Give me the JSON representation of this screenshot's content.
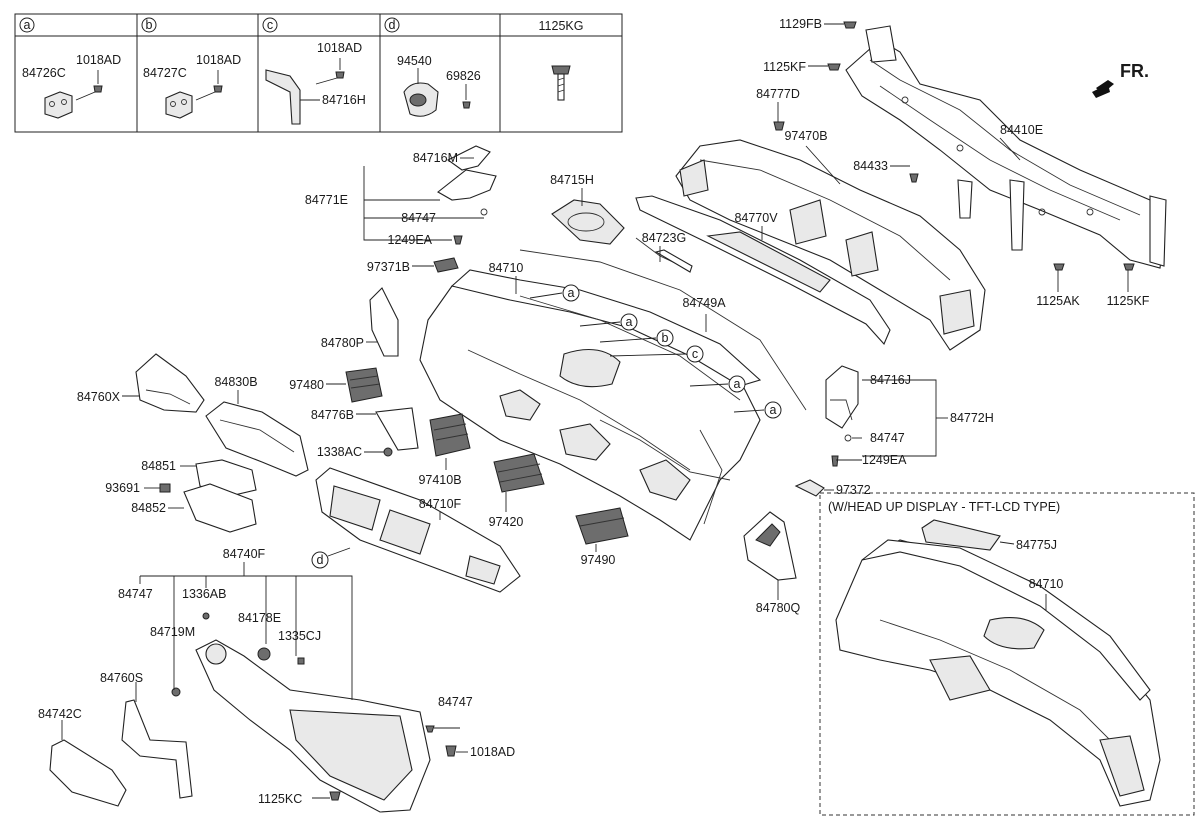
{
  "legend_table": {
    "cells": [
      {
        "key": "a",
        "parts": [
          "84726C",
          "1018AD"
        ]
      },
      {
        "key": "b",
        "parts": [
          "84727C",
          "1018AD"
        ]
      },
      {
        "key": "c",
        "parts": [
          "1018AD",
          "84716H"
        ]
      },
      {
        "key": "d",
        "parts": [
          "94540",
          "69826"
        ]
      },
      {
        "key": "",
        "title": "1125KG"
      }
    ]
  },
  "orientation": {
    "label": "FR."
  },
  "callouts": {
    "p1129FB": "1129FB",
    "p1125KF_a": "1125KF",
    "p84777D": "84777D",
    "p97470B": "97470B",
    "p84433": "84433",
    "p84410E": "84410E",
    "p1125AK": "1125AK",
    "p1125KF_b": "1125KF",
    "p84716M": "84716M",
    "p84771E": "84771E",
    "p84747_a": "84747",
    "p1249EA_a": "1249EA",
    "p84715H": "84715H",
    "p84723G": "84723G",
    "p84770V": "84770V",
    "p97371B": "97371B",
    "p84710": "84710",
    "p84749A": "84749A",
    "p84780P": "84780P",
    "p97480": "97480",
    "p84760X": "84760X",
    "p84830B": "84830B",
    "p84776B": "84776B",
    "p1338AC": "1338AC",
    "p84851": "84851",
    "p93691": "93691",
    "p84852": "84852",
    "p97410B": "97410B",
    "p84710F": "84710F",
    "p97420": "97420",
    "p97490": "97490",
    "p84716J": "84716J",
    "p84772H": "84772H",
    "p84747_b": "84747",
    "p1249EA_b": "1249EA",
    "p97372": "97372",
    "p84780Q": "84780Q",
    "p84740F": "84740F",
    "p84747_c": "84747",
    "p1336AB": "1336AB",
    "p84719M": "84719M",
    "p84178E": "84178E",
    "p1335CJ": "1335CJ",
    "p84760S": "84760S",
    "p84742C": "84742C",
    "p84747_d": "84747",
    "p1018AD": "1018AD",
    "p1125KC": "1125KC",
    "p84775J": "84775J",
    "p84710_hud": "84710"
  },
  "ref_circles": [
    "a",
    "a",
    "b",
    "c",
    "a",
    "a",
    "d"
  ],
  "hud_box": {
    "title": "(W/HEAD UP DISPLAY - TFT-LCD TYPE)"
  }
}
